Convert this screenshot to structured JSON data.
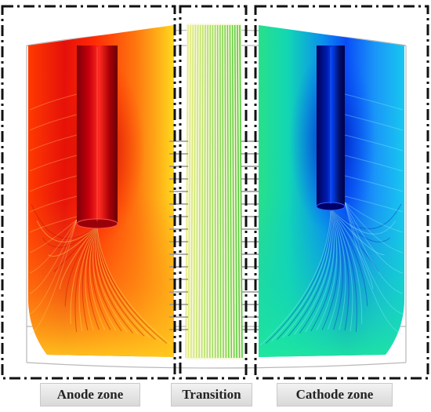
{
  "labels": {
    "anode": "Anode zone",
    "transition": "Transition",
    "cathode": "Cathode zone"
  },
  "colors": {
    "anode_hot": "#c8000a",
    "anode_mid": "#ff5a0a",
    "anode_warm": "#ffd21e",
    "transition_yellow": "#e8f26a",
    "transition_green": "#2fc21e",
    "cathode_cyan": "#1ee6c8",
    "cathode_blue": "#0050ff",
    "cathode_deep": "#00007a",
    "dash_frame": "#111111"
  },
  "icons": [
    "anode-electrode",
    "cathode-electrode",
    "field-streamlines"
  ]
}
